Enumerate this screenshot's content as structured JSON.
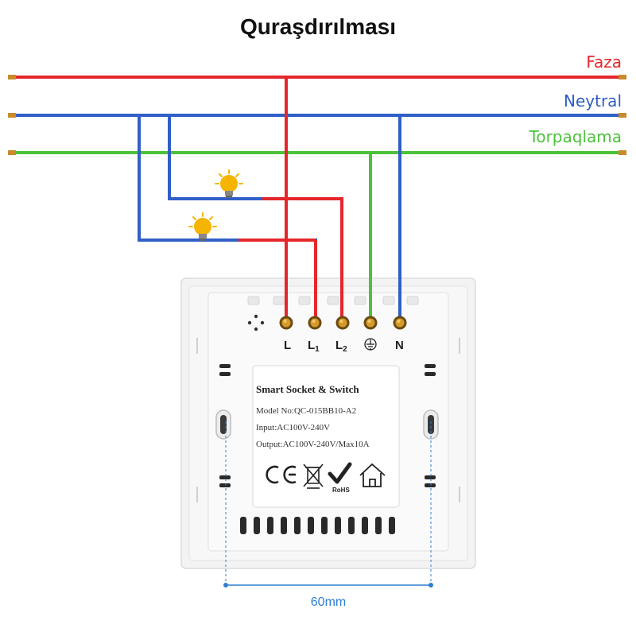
{
  "title": "Quraşdırılması",
  "wires": {
    "phase": {
      "label": "Faza",
      "color": "#e5262b"
    },
    "neutral": {
      "label": "Neytral",
      "color": "#2f5fc7"
    },
    "ground": {
      "label": "Torpaqlama",
      "color": "#4cc23a"
    }
  },
  "terminals": [
    "L",
    "L1",
    "L2",
    "ground",
    "N"
  ],
  "label": {
    "title": "Smart Socket & Switch",
    "model": "Model No:QC-015BB10-A2",
    "input": "Input:AC100V-240V",
    "output": "Output:AC100V-240V/Max10A"
  },
  "certifications": [
    "CE",
    "WEEE",
    "RoHS",
    "Home"
  ],
  "dimension": "60mm",
  "dimension_color": "#2f7fd1",
  "bulb_color": "#f4b400"
}
